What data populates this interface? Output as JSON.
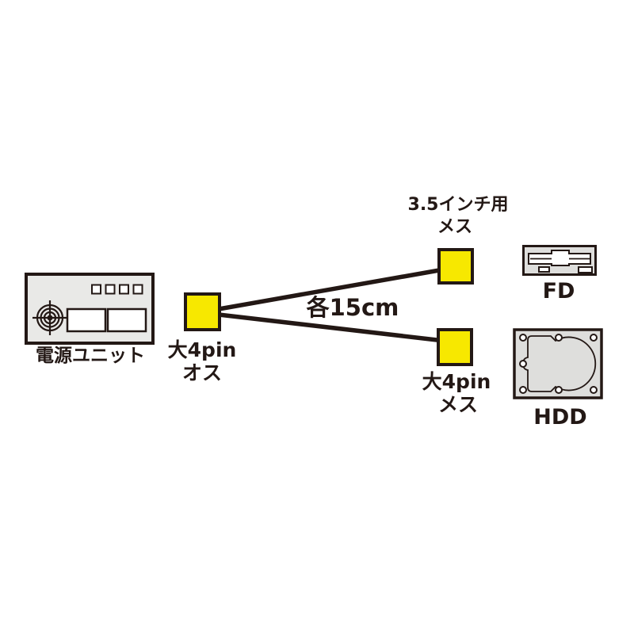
{
  "colors": {
    "bg": "#ffffff",
    "ink": "#231815",
    "connector": "#f7e800",
    "device-fill": "#e9e9e7",
    "device-fill-dark": "#dededc"
  },
  "psu": {
    "label": "電源ユニット",
    "icon": "power-supply-unit-icon"
  },
  "male_connector": {
    "label_line1": "大4pin",
    "label_line2": "オス",
    "icon": "yellow-connector-square"
  },
  "cable": {
    "length_label": "各15cm"
  },
  "branch_fd": {
    "connector_label_line1": "3.5インチ用",
    "connector_label_line2": "メス",
    "device_label": "FD",
    "icon": "floppy-drive-icon"
  },
  "branch_hdd": {
    "connector_label_line1": "大4pin",
    "connector_label_line2": "メス",
    "device_label": "HDD",
    "icon": "hard-disk-drive-icon"
  }
}
